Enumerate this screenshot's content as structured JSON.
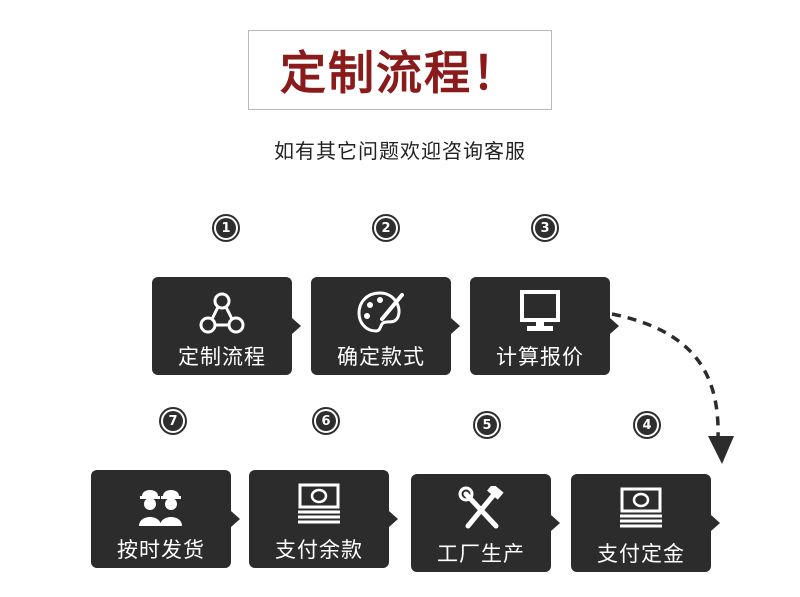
{
  "title": "定制流程！",
  "subtitle": "如有其它问题欢迎咨询客服",
  "steps": [
    {
      "number": "1",
      "label": "定制流程",
      "icon": "share-network-icon"
    },
    {
      "number": "2",
      "label": "确定款式",
      "icon": "palette-brush-icon"
    },
    {
      "number": "3",
      "label": "计算报价",
      "icon": "computer-monitor-icon"
    },
    {
      "number": "4",
      "label": "支付定金",
      "icon": "banknote-stack-icon"
    },
    {
      "number": "5",
      "label": "工厂生产",
      "icon": "hammer-wrench-tools-icon"
    },
    {
      "number": "6",
      "label": "支付余款",
      "icon": "banknote-stack-icon"
    },
    {
      "number": "7",
      "label": "按时发货",
      "icon": "workers-hardhat-icon"
    }
  ],
  "colors": {
    "title": "#8b1a1a",
    "card": "#2c2c2c",
    "text": "#222222"
  }
}
